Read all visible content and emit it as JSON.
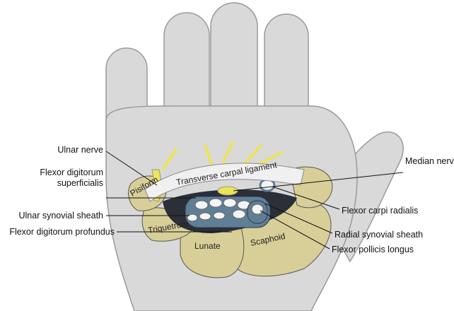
{
  "labels_left": {
    "ulnar_nerve": "Ulnar nerve",
    "fds_line1": "Flexor digitorum",
    "fds_line2": "superficialis",
    "ulnar_sheath": "Ulnar synovial sheath",
    "fdp": "Flexor digitorum profundus"
  },
  "labels_right": {
    "median_nerve": "Median nerve",
    "fcr": "Flexor carpi radialis",
    "radial_sheath": "Radial synovial sheath",
    "fpl": "Flexor pollicis longus"
  },
  "structures": {
    "ligament": "Transverse carpal ligament",
    "pisiform": "Pisiform",
    "triquetrum": "Triquetrum",
    "lunate": "Lunate",
    "scaphoid": "Scaphoid"
  },
  "colors": {
    "skin": "#d9d9d9",
    "bone": "#d8cf98",
    "nerve": "#ece45a",
    "sheath": "#5f7f96",
    "tendon": "#f4f4f4"
  }
}
